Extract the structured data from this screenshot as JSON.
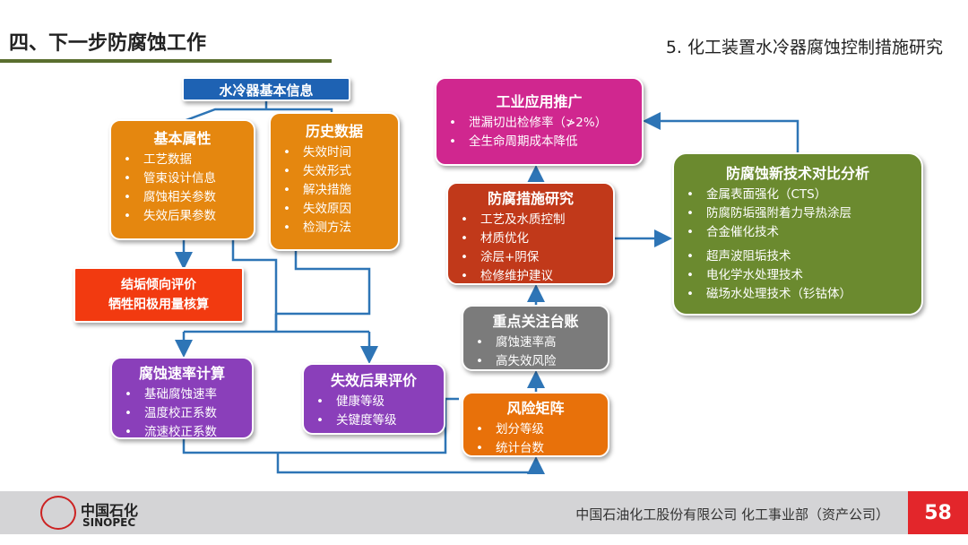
{
  "header": {
    "title": "四、下一步防腐蚀工作",
    "subtitle": "5. 化工装置水冷器腐蚀控制措施研究"
  },
  "nodes": {
    "root": {
      "title": "水冷器基本信息"
    },
    "basic": {
      "title": "基本属性",
      "items": [
        "工艺数据",
        "管束设计信息",
        "腐蚀相关参数",
        "失效后果参数"
      ]
    },
    "history": {
      "title": "历史数据",
      "items": [
        "失效时间",
        "失效形式",
        "解决措施",
        "失效原因",
        "检测方法"
      ]
    },
    "scaling": {
      "lines": [
        "结垢倾向评价",
        "牺牲阳极用量核算"
      ]
    },
    "rate": {
      "title": "腐蚀速率计算",
      "items": [
        "基础腐蚀速率",
        "温度校正系数",
        "流速校正系数"
      ]
    },
    "consequence": {
      "title": "失效后果评价",
      "items": [
        "健康等级",
        "关键度等级"
      ]
    },
    "application": {
      "title": "工业应用推广",
      "items": [
        "泄漏切出检修率（≯2%）",
        "全生命周期成本降低"
      ]
    },
    "measures": {
      "title": "防腐措施研究",
      "items": [
        "工艺及水质控制",
        "材质优化",
        "涂层+阴保",
        "检修维护建议"
      ]
    },
    "ledger": {
      "title": "重点关注台账",
      "items": [
        "腐蚀速率高",
        "高失效风险"
      ]
    },
    "risk": {
      "title": "风险矩阵",
      "items": [
        "划分等级",
        "统计台数"
      ]
    },
    "newtech": {
      "title": "防腐蚀新技术对比分析",
      "items": [
        "金属表面强化（CTS）",
        "防腐防垢强附着力导热涂层",
        "合金催化技术",
        "超声波阻垢技术",
        "电化学水处理技术",
        "磁场水处理技术（钐钴体）"
      ]
    }
  },
  "footer": {
    "logo_cn": "中国石化",
    "logo_en": "SINOPEC",
    "company": "中国石油化工股份有限公司 化工事业部（资产公司）",
    "page": "58"
  }
}
